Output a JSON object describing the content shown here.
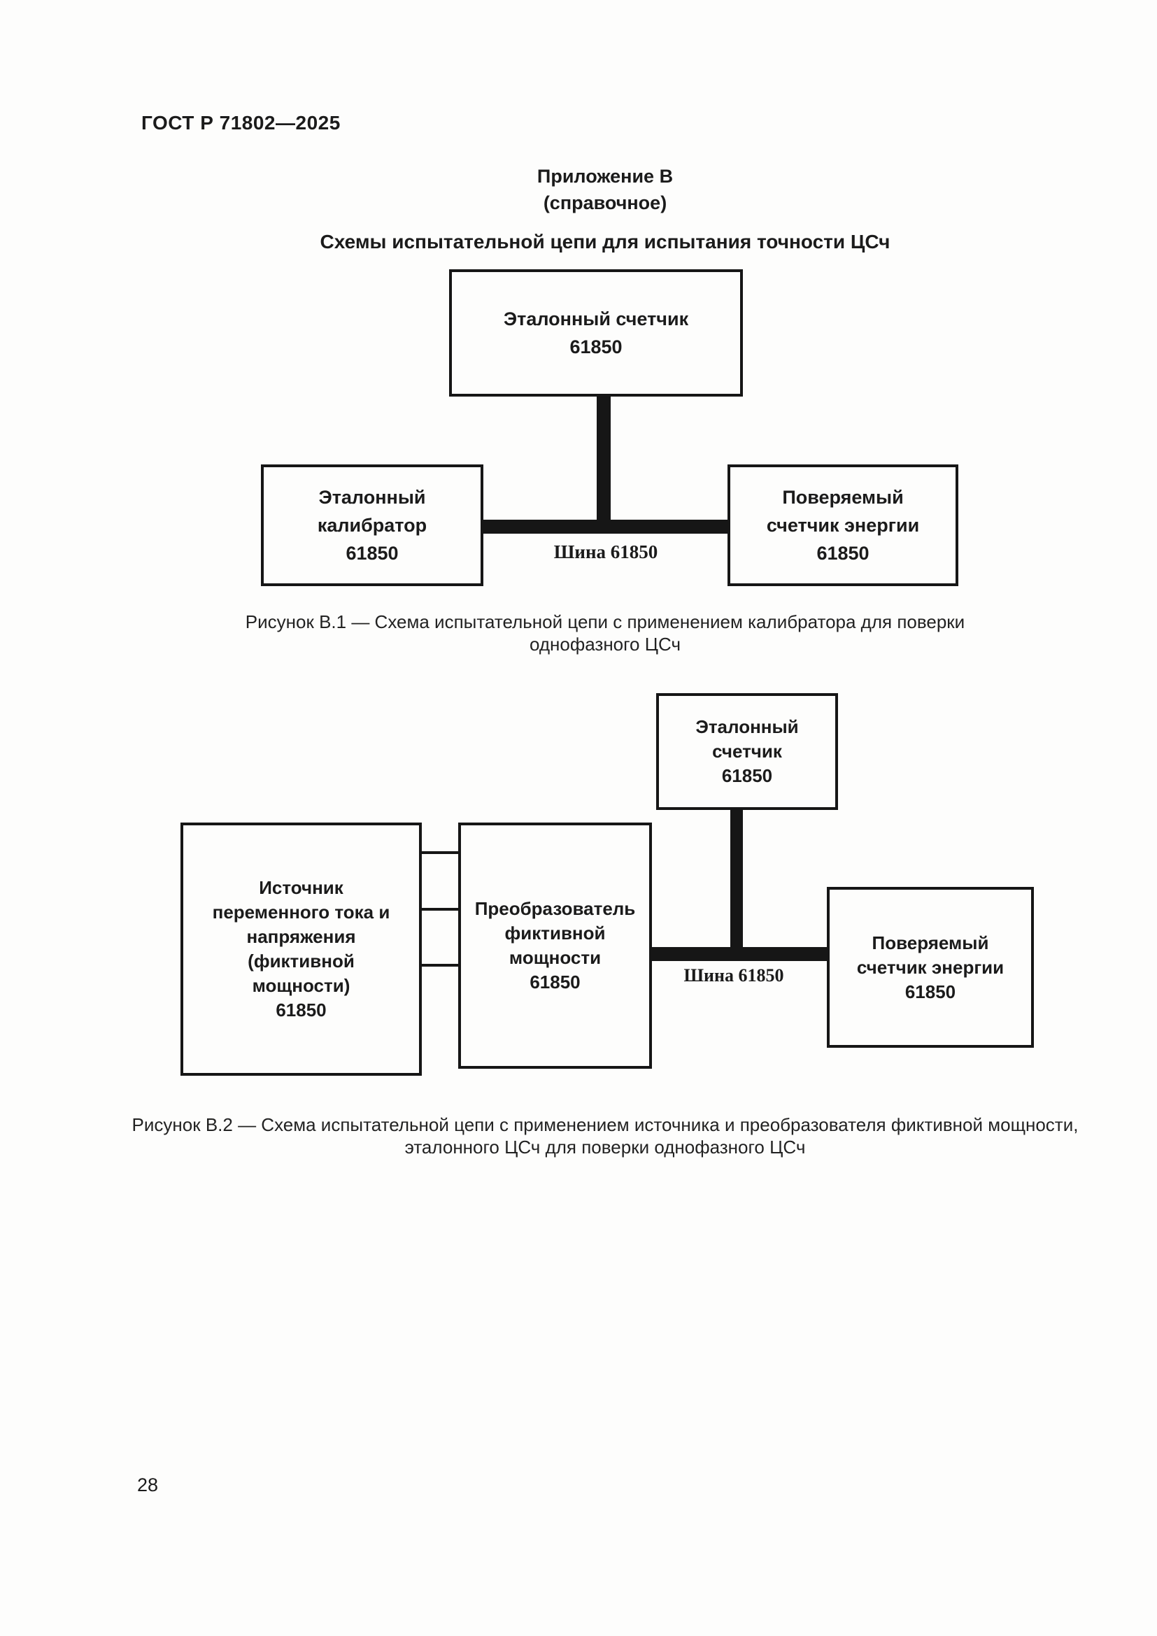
{
  "document": {
    "header": "ГОСТ Р 71802—2025",
    "appendix_label": "Приложение В",
    "appendix_kind": "(справочное)",
    "title": "Схемы испытательной цепи для испытания точности ЦСч",
    "page_number": "28"
  },
  "colors": {
    "ink": "#161616",
    "paper": "#fdfdfc"
  },
  "figure_b1": {
    "reference_meter_box": {
      "lines": [
        "Эталонный счетчик",
        "61850"
      ]
    },
    "calibrator_box": {
      "lines": [
        "Эталонный",
        "калибратор",
        "61850"
      ]
    },
    "meter_under_test_box": {
      "lines": [
        "Поверяемый",
        "счетчик энергии",
        "61850"
      ]
    },
    "bus_label": "Шина 61850",
    "caption": {
      "line1": "Рисунок В.1 — Схема испытательной цепи с применением калибратора для поверки",
      "line2": "однофазного ЦСч"
    }
  },
  "figure_b2": {
    "reference_meter_box": {
      "lines": [
        "Эталонный",
        "счетчик",
        "61850"
      ]
    },
    "source_box": {
      "lines": [
        "Источник",
        "переменного тока и",
        "напряжения",
        "(фиктивной",
        "мощности)",
        "61850"
      ]
    },
    "converter_box": {
      "lines": [
        "Преобразователь",
        "фиктивной",
        "мощности",
        "61850"
      ]
    },
    "meter_under_test_box": {
      "lines": [
        "Поверяемый",
        "счетчик энергии",
        "61850"
      ]
    },
    "bus_label": "Шина 61850",
    "caption": {
      "line1": "Рисунок В.2 — Схема испытательной цепи с применением источника и преобразователя фиктивной мощности,",
      "line2": "эталонного ЦСч для поверки однофазного ЦСч"
    }
  }
}
